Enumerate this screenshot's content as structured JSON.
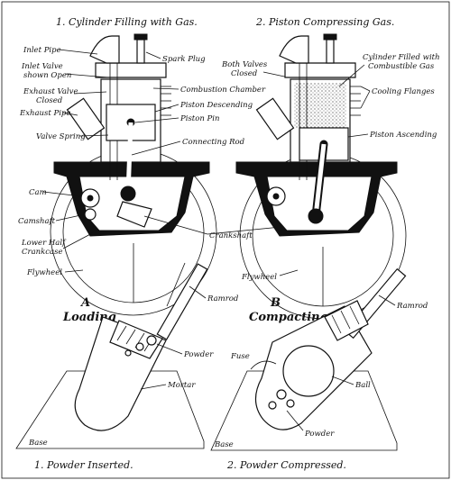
{
  "engine": {
    "caption_1": "1. Cylinder Filling with Gas.",
    "caption_2": "2. Piston Compressing Gas.",
    "left_labels": {
      "inlet_pipe": "Inlet Pipe",
      "inlet_valve_1": "Inlet Valve",
      "inlet_valve_2": "shown Open",
      "exhaust_valve_1": "Exhaust Valve",
      "exhaust_valve_2": "Closed",
      "exhaust_pipe": "Exhaust Pipe",
      "valve_spring": "Valve Spring",
      "cam": "Cam",
      "camshaft": "Camshaft",
      "lower_half_1": "Lower Half",
      "lower_half_2": "Crankcase",
      "flywheel": "Flywheel"
    },
    "middle_labels": {
      "spark_plug": "Spark Plug",
      "combustion_chamber": "Combustion Chamber",
      "piston_descending": "Piston Descending",
      "piston_pin": "Piston Pin",
      "connecting_rod": "Connecting Rod",
      "crankshaft": "Crankshaft",
      "both_valves_1": "Both Valves",
      "both_valves_2": "Closed",
      "flywheel": "Flywheel"
    },
    "right_labels": {
      "cylinder_filled_1": "Cylinder Filled with",
      "cylinder_filled_2": "Combustible Gas",
      "cooling_flanges": "Cooling Flanges",
      "piston_ascending": "Piston Ascending"
    }
  },
  "cannon": {
    "letter_a": "A",
    "title_a": "Loading",
    "letter_b": "B",
    "title_b": "Compacting",
    "labels": {
      "ramrod_a": "Ramrod",
      "powder_a": "Powder",
      "mortar": "Mortar",
      "base_a": "Base",
      "ramrod_b": "Ramrod",
      "fuse": "Fuse",
      "ball": "Ball",
      "powder_b": "Powder",
      "base_b": "Base"
    },
    "caption_1": "1. Powder Inserted.",
    "caption_2": "2. Powder Compressed."
  }
}
